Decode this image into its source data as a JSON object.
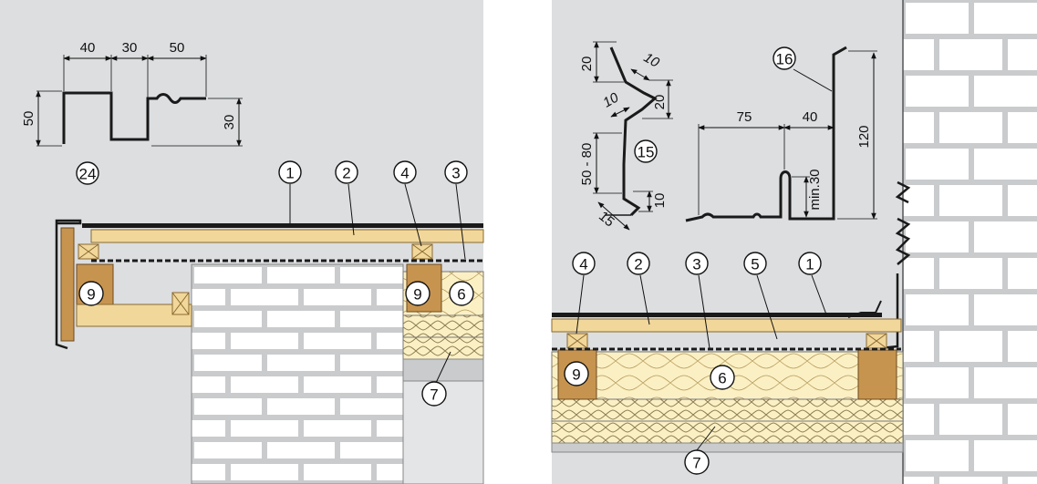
{
  "callouts": {
    "c1": "1",
    "c2": "2",
    "c3": "3",
    "c4": "4",
    "c5": "5",
    "c6": "6",
    "c7": "7",
    "c9": "9",
    "c15": "15",
    "c16": "16",
    "c24": "24"
  },
  "profile24": {
    "d40": "40",
    "d30a": "30",
    "d50a": "50",
    "d50b": "50",
    "d30b": "30"
  },
  "profile15": {
    "d20a": "20",
    "d10a": "10",
    "d10b": "10",
    "d20b": "20",
    "d5080": "50 - 80",
    "d15": "15",
    "d10c": "10"
  },
  "profile16": {
    "d75": "75",
    "d40": "40",
    "d120": "120",
    "dmin30": "min.30"
  },
  "colors": {
    "background": "#dcdee0",
    "wood": "#f1d79a",
    "wood_dark": "#c7944f",
    "insulation": "#fbf0c4",
    "brick": "#ffffff",
    "mortar": "#c9cbcd",
    "metal": "#1a1a1a"
  }
}
